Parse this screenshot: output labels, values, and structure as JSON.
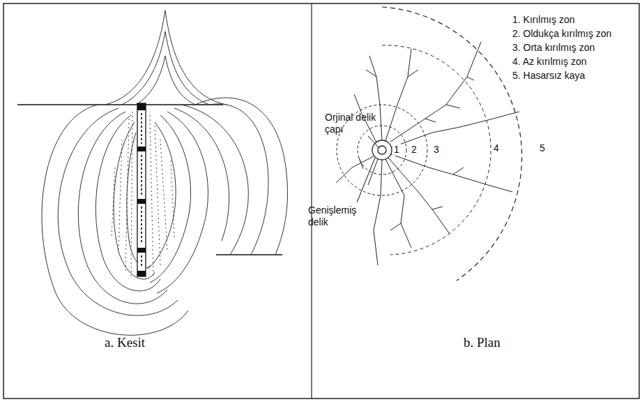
{
  "diagram": {
    "labels": [
      "1. Kırılmış zon",
      "2. Oldukça kırılmış zon",
      "3. Orta kırılmış zon",
      "4. Az kırılmış zon",
      "5. Hasarsız kaya",
      "Orjinal delik çapı",
      "1",
      "2",
      "3",
      "4",
      "5",
      "Genişlemiş delik",
      "a. Kesit",
      "b. Plan"
    ]
  }
}
